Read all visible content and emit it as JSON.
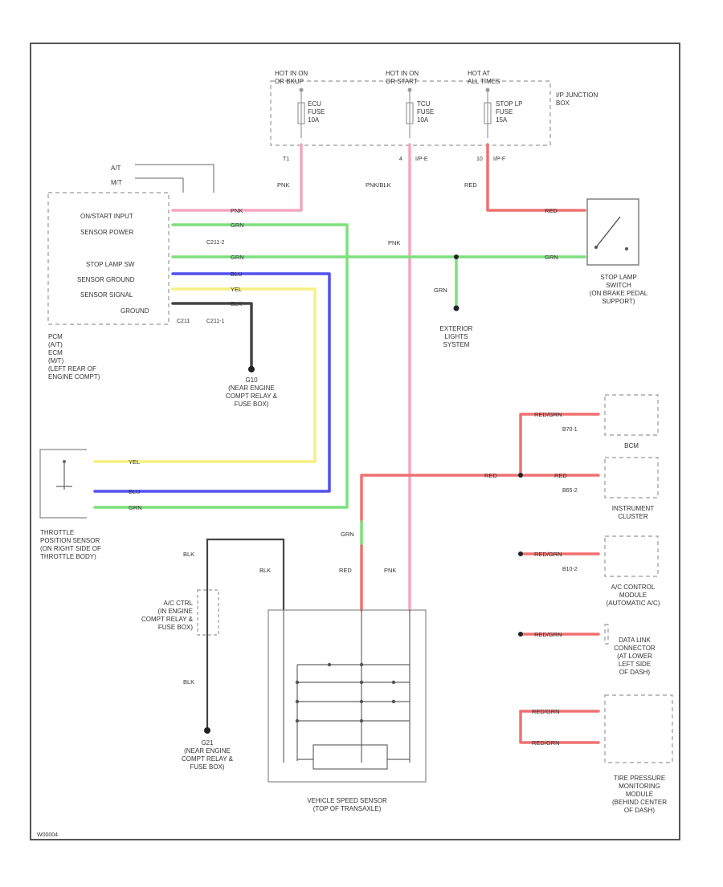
{
  "fuse_box": {
    "hot_on_bkup": "HOT IN ON\nOR BKUP",
    "hot_on_start": "HOT IN ON\nOR START",
    "hot_at_all": "HOT AT\nALL TIMES",
    "title": "I/P JUNCTION\nBOX",
    "fuse1": "ECU\nFUSE\n10A",
    "fuse2": "TCU\nFUSE\n10A",
    "fuse3": "STOP LP\nFUSE\n15A",
    "pin1": "T1",
    "pin2": "4",
    "pin2c": "I/P-E",
    "pin3": "10",
    "pin3c": "I/P-F"
  },
  "ecm": {
    "at": "A/T",
    "mt": "M/T",
    "pins": [
      "ON/START INPUT",
      "SENSOR POWER",
      "C211-2",
      "STOP LAMP SW",
      "SENSOR GROUND",
      "SENSOR SIGNAL",
      "GROUND"
    ],
    "conn": "C211",
    "conn2": "C211-1",
    "name": "PCM\n(A/T)\nECM\n(M/T)\n(LEFT REAR OF\nENGINE COMPT)"
  },
  "wires": {
    "pnk": "PNK",
    "pnk_blk": "PNK/BLK",
    "red": "RED",
    "grn": "GRN",
    "blu": "BLU",
    "yel": "YEL",
    "blk": "BLK",
    "red_grn": "RED/GRN"
  },
  "ground_g10": "G10\n(NEAR ENGINE\nCOMPT RELAY &\nFUSE BOX)",
  "ground_g21": "G21\n(NEAR ENGINE\nCOMPT RELAY &\nFUSE BOX)",
  "ac_ctrl": "A/C CTRL\n(IN ENGINE\nCOMPT RELAY &\nFUSE BOX)",
  "stop_lamp_switch": "STOP LAMP\nSWITCH\n(ON BRAKE PEDAL\nSUPPORT)",
  "exterior_lights": "EXTERIOR\nLIGHTS\nSYSTEM",
  "tps": "THROTTLE\nPOSITION SENSOR\n(ON RIGHT SIDE OF\nTHROTTLE BODY)",
  "vss": "VEHICLE SPEED SENSOR\n(TOP OF TRANSAXLE)",
  "bcm": "BCM",
  "bcm_conn": "B70-1",
  "cluster": "INSTRUMENT\nCLUSTER",
  "cluster_conn": "B65-2",
  "ac_module": "A/C CONTROL\nMODULE\n(AUTOMATIC A/C)",
  "ac_module_conn": "B10-2",
  "dlc": "DATA LINK\nCONNECTOR\n(AT LOWER\nLEFT SIDE\nOF DASH)",
  "tpms": "TIRE PRESSURE\nMONITORING\nMODULE\n(BEHIND CENTER\nOF DASH)",
  "footer": "W00004",
  "colors": {
    "pnk": "#f4a6c0",
    "red": "#f07070",
    "grn": "#7de07d",
    "blu": "#5050f0",
    "yel": "#f5f080",
    "blk": "#444444"
  }
}
